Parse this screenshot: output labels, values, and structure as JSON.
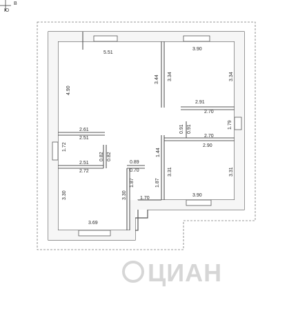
{
  "compass": {
    "north": "В",
    "south": "Ю"
  },
  "watermark": "ЦИАН",
  "dimensions": {
    "d1": "5.51",
    "d2": "4.90",
    "d3": "3.44",
    "d4": "3.90",
    "d5": "3.34",
    "d6": "3.34",
    "d7": "2.91",
    "d8": "2.70",
    "d9": "1.79",
    "d10": "0.91",
    "d11": "0.91",
    "d12": "2.70",
    "d13": "2.90",
    "d14": "2.61",
    "d15": "2.51",
    "d16": "1.72",
    "d17": "0.82",
    "d18": "0.82",
    "d19": "2.51",
    "d20": "2.72",
    "d21": "1.44",
    "d22": "0.89",
    "d23": "0.70",
    "d24": "1.87",
    "d25": "1.87",
    "d26": "3.31",
    "d27": "3.31",
    "d28": "3.30",
    "d29": "3.30",
    "d30": "1.70",
    "d31": "3.90",
    "d32": "3.69"
  }
}
